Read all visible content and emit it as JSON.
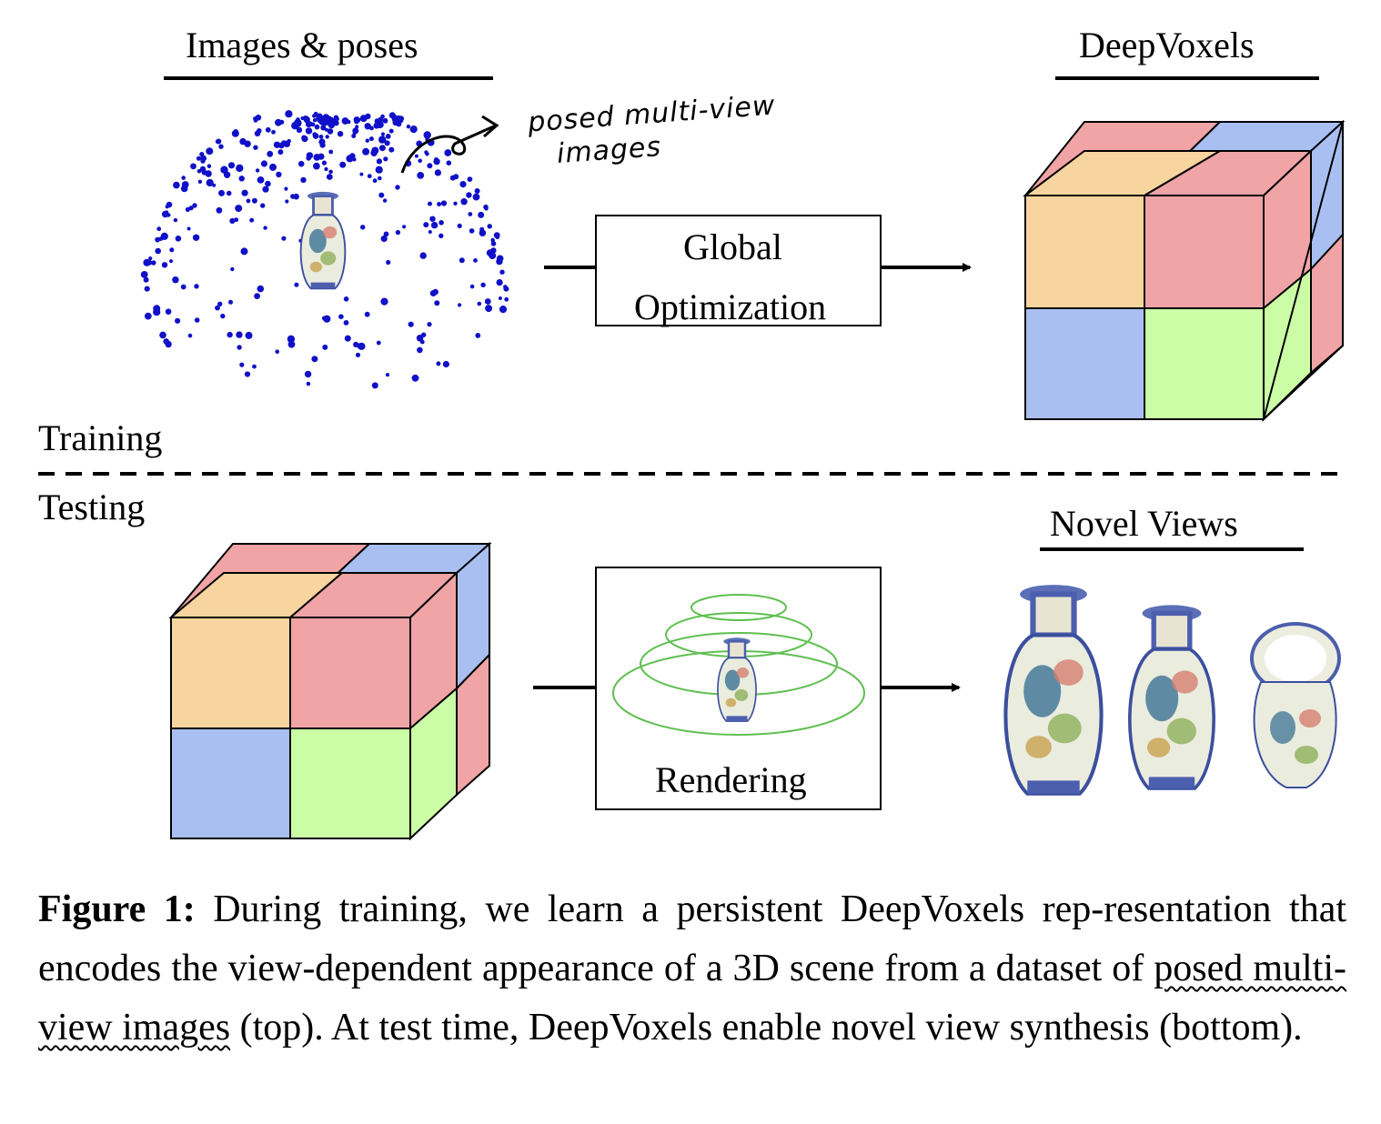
{
  "figure": {
    "top_left_title": "Images & poses",
    "top_right_title": "DeepVoxels",
    "annotation_line1": "posed multi-view",
    "annotation_line2": "images",
    "box_training_line1": "Global",
    "box_training_line2": "Optimization",
    "section_training": "Training",
    "section_testing": "Testing",
    "bottom_right_title": "Novel Views",
    "box_testing": "Rendering",
    "colors": {
      "orange": "#f8d49f",
      "red": "#f0a4a6",
      "blue": "#a9bff2",
      "green": "#cbfca6",
      "camera_dot": "#1010c8",
      "spiral": "#5fbf50"
    }
  },
  "caption": {
    "label": "Figure 1:",
    "text_part1": " During training, we learn a persistent DeepVoxels rep-resentation that encodes the view-dependent appearance of a 3D scene from a dataset of ",
    "text_underlined": "posed multi-view images",
    "text_part2": " (top).  At test time, DeepVoxels enable novel view synthesis (bottom)."
  }
}
